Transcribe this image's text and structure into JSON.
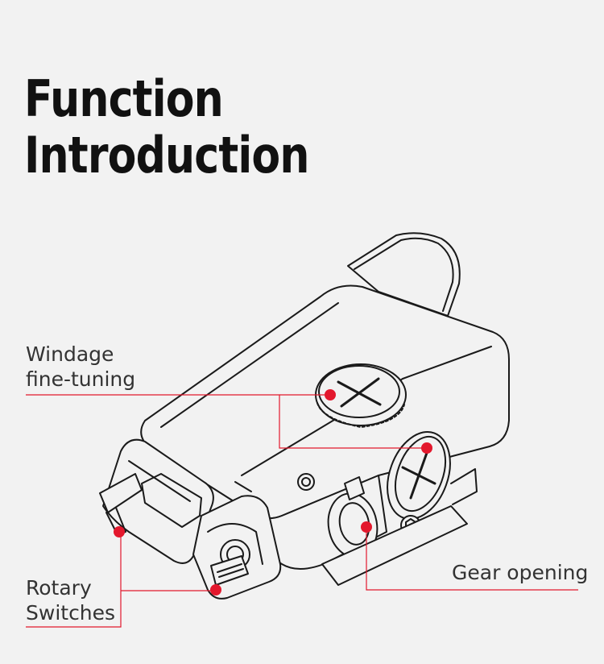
{
  "heading": {
    "line1": "Function",
    "line2": "Introduction"
  },
  "callouts": {
    "windage": {
      "line1": "Windage",
      "line2": "fine-tuning"
    },
    "rotary": {
      "line1": "Rotary",
      "line2": "Switches"
    },
    "gear": {
      "label": "Gear opening"
    }
  },
  "colors": {
    "background": "#f2f2f2",
    "title": "#111111",
    "accent": "#e3182d",
    "drawing": "#1a1a1a"
  }
}
